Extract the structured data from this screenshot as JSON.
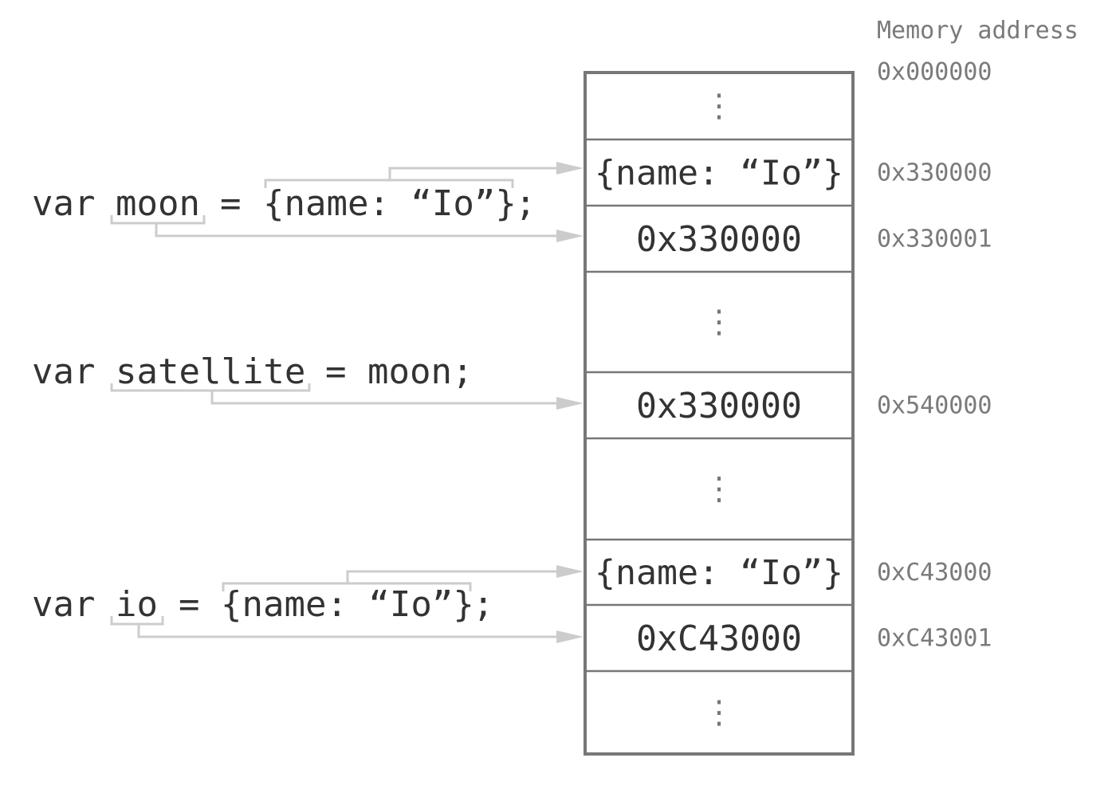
{
  "header": {
    "memory_address_label": "Memory address"
  },
  "code": {
    "keyword": "var",
    "equals": "=",
    "line1": {
      "var_name": "moon",
      "value": "{name: “Io”}",
      "terminator": ";"
    },
    "line2": {
      "var_name": "satellite",
      "value": "moon;"
    },
    "line3": {
      "var_name": "io",
      "value": "{name: “Io”}",
      "terminator": ";"
    }
  },
  "memory": {
    "cells": [
      {
        "content": "⋮",
        "kind": "dots",
        "address": "0x000000"
      },
      {
        "content": "{name: “Io”}",
        "kind": "object",
        "address": "0x330000"
      },
      {
        "content": "0x330000",
        "kind": "pointer",
        "address": "0x330001"
      },
      {
        "content": "⋮",
        "kind": "dots",
        "address": ""
      },
      {
        "content": "0x330000",
        "kind": "pointer",
        "address": "0x540000"
      },
      {
        "content": "⋮",
        "kind": "dots",
        "address": ""
      },
      {
        "content": "{name: “Io”}",
        "kind": "object",
        "address": "0xC43000"
      },
      {
        "content": "0xC43000",
        "kind": "pointer",
        "address": "0xC43001"
      },
      {
        "content": "⋮",
        "kind": "dots",
        "address": ""
      }
    ]
  },
  "colors": {
    "text": "#333333",
    "address": "#7a7a7a",
    "border": "#777777",
    "arrow": "#cccccc"
  }
}
